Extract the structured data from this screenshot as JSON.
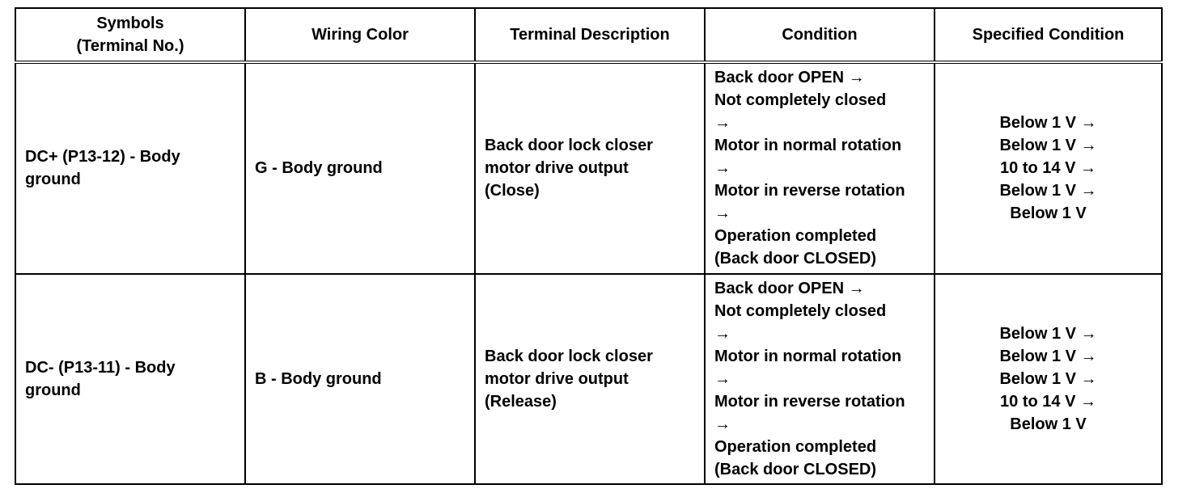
{
  "headers": [
    [
      "Symbols",
      "(Terminal No.)"
    ],
    [
      "Wiring Color"
    ],
    [
      "Terminal Description"
    ],
    [
      "Condition"
    ],
    [
      "Specified Condition"
    ]
  ],
  "rows": [
    {
      "symbol": [
        "DC+ (P13-12) - Body",
        "ground"
      ],
      "wiring": [
        "G - Body ground"
      ],
      "description": [
        "Back door lock closer",
        "motor drive output",
        "(Close)"
      ],
      "condition": [
        "Back door OPEN →",
        "Not completely closed",
        "→",
        "Motor in normal rotation",
        "→",
        "Motor in reverse rotation",
        "→",
        "Operation completed",
        "(Back door CLOSED)"
      ],
      "specified": [
        "Below 1 V →",
        "Below 1 V →",
        "10 to 14 V →",
        "Below 1 V →",
        "Below 1 V"
      ]
    },
    {
      "symbol": [
        "DC- (P13-11) - Body",
        "ground"
      ],
      "wiring": [
        "B - Body ground"
      ],
      "description": [
        "Back door lock closer",
        "motor drive output",
        "(Release)"
      ],
      "condition": [
        "Back door OPEN →",
        "Not completely closed",
        "→",
        "Motor in normal rotation",
        "→",
        "Motor in reverse rotation",
        "→",
        "Operation completed",
        "(Back door CLOSED)"
      ],
      "specified": [
        "Below 1 V →",
        "Below 1 V →",
        "Below 1 V →",
        "10 to 14 V →",
        "Below 1 V"
      ]
    }
  ]
}
